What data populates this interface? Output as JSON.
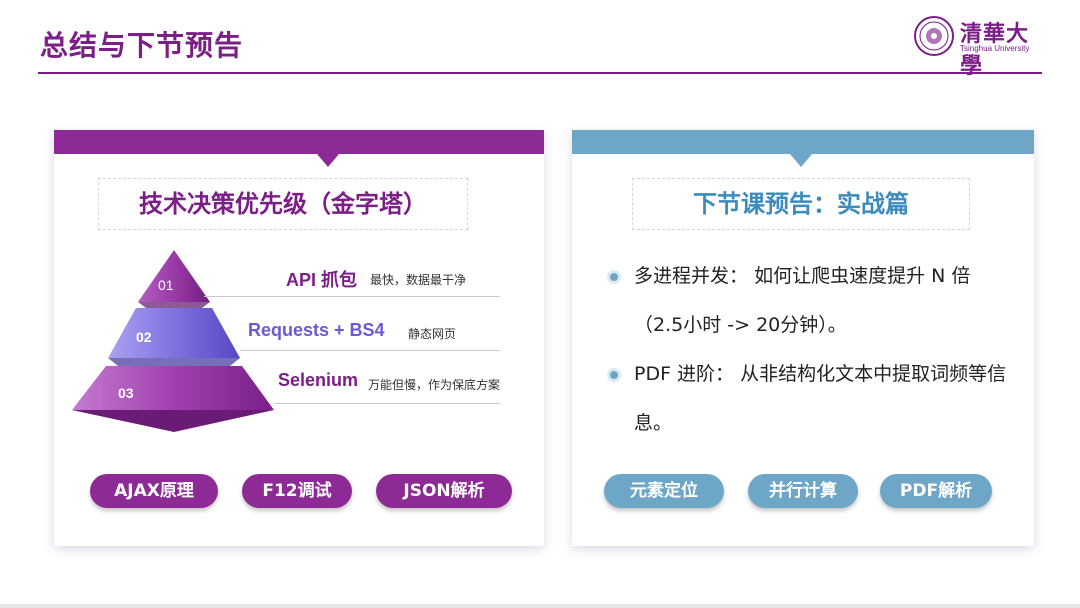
{
  "slide": {
    "title": "总结与下节预告"
  },
  "logo": {
    "name_cn": "清華大學",
    "name_en": "Tsinghua University"
  },
  "left_card": {
    "heading": "技术决策优先级（金字塔）",
    "tiers": [
      {
        "number": "01",
        "title": "API 抓包",
        "description": "最快，数据最干净"
      },
      {
        "number": "02",
        "title": "Requests + BS4",
        "description": "静态网页"
      },
      {
        "number": "03",
        "title": "Selenium",
        "description": "万能但慢，作为保底方案"
      }
    ],
    "tags": [
      "AJAX原理",
      "F12调试",
      "JSON解析"
    ]
  },
  "right_card": {
    "heading": "下节课预告：实战篇",
    "bullets": [
      {
        "label": "多进程并发：",
        "text": "如何让爬虫速度提升 N 倍（2.5小时 -> 20分钟）。"
      },
      {
        "label": "PDF 进阶：",
        "text": "从非结构化文本中提取词频等信息。"
      }
    ],
    "tags": [
      "元素定位",
      "并行计算",
      "PDF解析"
    ]
  },
  "colors": {
    "purple": "#8e2a96",
    "blue": "#6ea6c7",
    "violet": "#6b5ad8"
  }
}
